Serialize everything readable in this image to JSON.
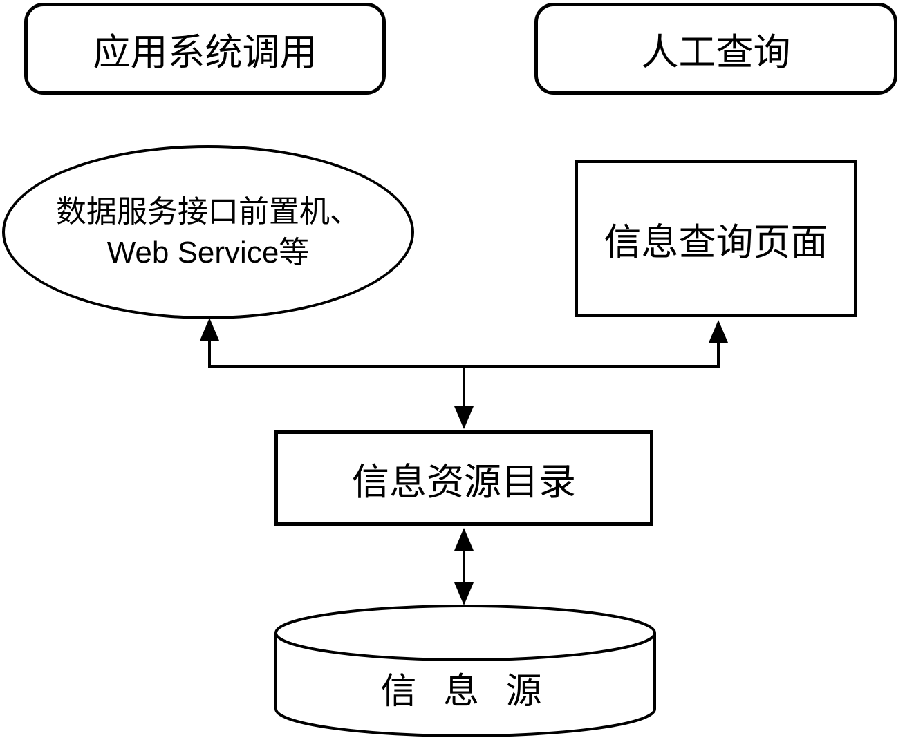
{
  "diagram": {
    "background_color": "#ffffff",
    "stroke_color": "#000000",
    "nodes": {
      "app_call": {
        "shape": "rounded-rect",
        "label": "应用系统调用"
      },
      "manual_query": {
        "shape": "rounded-rect",
        "label": "人工查询"
      },
      "data_service": {
        "shape": "ellipse",
        "label_line1": "数据服务接口前置机、",
        "label_line2": "Web Service等"
      },
      "query_page": {
        "shape": "rect",
        "label": "信息查询页面"
      },
      "resource_catalog": {
        "shape": "rect",
        "label": "信息资源目录"
      },
      "info_source": {
        "shape": "cylinder",
        "label": "信 息 源"
      }
    },
    "edges": [
      {
        "from": "resource_catalog",
        "to": "data_service",
        "style": "arrow",
        "direction": "up"
      },
      {
        "from": "resource_catalog",
        "to": "query_page",
        "style": "arrow",
        "direction": "up"
      },
      {
        "from": "branch_junction",
        "to": "resource_catalog",
        "style": "arrow",
        "direction": "down"
      },
      {
        "from": "resource_catalog",
        "to": "info_source",
        "style": "double-arrow",
        "direction": "both"
      }
    ]
  }
}
